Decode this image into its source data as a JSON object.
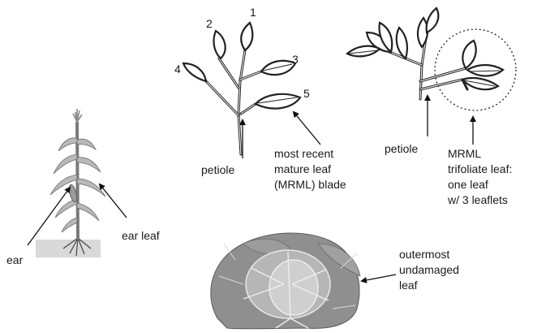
{
  "corn": {
    "ear_label": "ear",
    "ear_leaf_label": "ear leaf"
  },
  "simple_leaf_plant": {
    "leaf_numbers": [
      "1",
      "2",
      "3",
      "4",
      "5"
    ],
    "petiole_label": "petiole",
    "mrml_caption": [
      "most recent",
      "mature leaf",
      "(MRML) blade"
    ]
  },
  "trifoliate_plant": {
    "petiole_label": "petiole",
    "mrml_caption": [
      "MRML",
      "trifoliate leaf:",
      "one leaf",
      "w/ 3 leaflets"
    ]
  },
  "cabbage": {
    "caption": [
      "outermost",
      "undamaged",
      "leaf"
    ]
  }
}
